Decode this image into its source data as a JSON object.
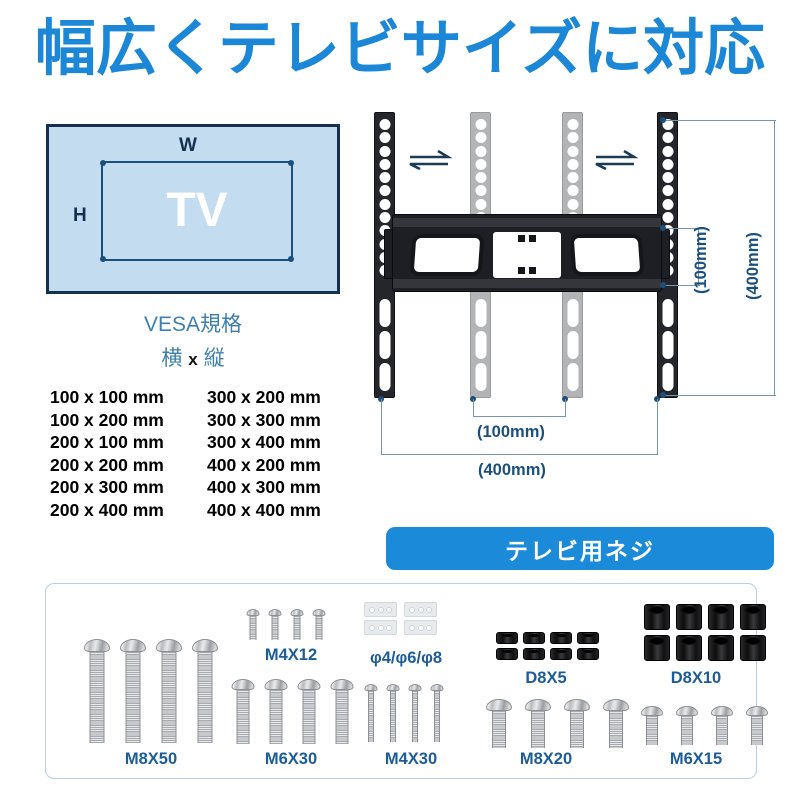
{
  "title": "幅広くテレビサイズに対応",
  "tv_diagram": {
    "width_label": "W",
    "height_label": "H",
    "screen_label": "TV",
    "caption": "VESA規格",
    "axis_horizontal": "横",
    "axis_multiply": "x",
    "axis_vertical": "縦"
  },
  "vesa_sizes": {
    "left_column": [
      "100 x 100 mm",
      "100 x 200 mm",
      "200 x 100 mm",
      "200 x 200 mm",
      "200 x 300 mm",
      "200 x 400 mm"
    ],
    "right_column": [
      "300 x 200 mm",
      "300 x 300 mm",
      "300 x 400 mm",
      "400 x 200 mm",
      "400 x 300 mm",
      "400 x 400 mm"
    ]
  },
  "bracket": {
    "dim_vertical_inner": "(100mm)",
    "dim_vertical_outer": "(400mm)",
    "dim_horizontal_inner": "(100mm)",
    "dim_horizontal_outer": "(400mm)",
    "adjust_icon": "double-arrow"
  },
  "banner": {
    "label": "テレビ用ネジ"
  },
  "hardware": [
    {
      "id": "m8x50",
      "label": "M8X50",
      "count": 4
    },
    {
      "id": "m6x30",
      "label": "M6X30",
      "count": 4
    },
    {
      "id": "m4x12",
      "label": "M4X12",
      "count": 4
    },
    {
      "id": "m4x30",
      "label": "M4X30",
      "count": 4
    },
    {
      "id": "washer",
      "label": "φ4/φ6/φ8",
      "count": 4
    },
    {
      "id": "d8x5",
      "label": "D8X5",
      "count": 8
    },
    {
      "id": "d8x10",
      "label": "D8X10",
      "count": 8
    },
    {
      "id": "m8x20",
      "label": "M8X20",
      "count": 4
    },
    {
      "id": "m6x15",
      "label": "M6X15",
      "count": 4
    }
  ],
  "colors": {
    "title_blue": "#1b87d6",
    "banner_blue": "#1b8ad8",
    "label_blue": "#1d5c97",
    "dim_blue": "#1b4f7e",
    "tv_fill": "#c4dcf0",
    "tv_border": "#15304e",
    "vesa_caption": "#3d7fae",
    "panel_border": "#b9cfe0"
  }
}
